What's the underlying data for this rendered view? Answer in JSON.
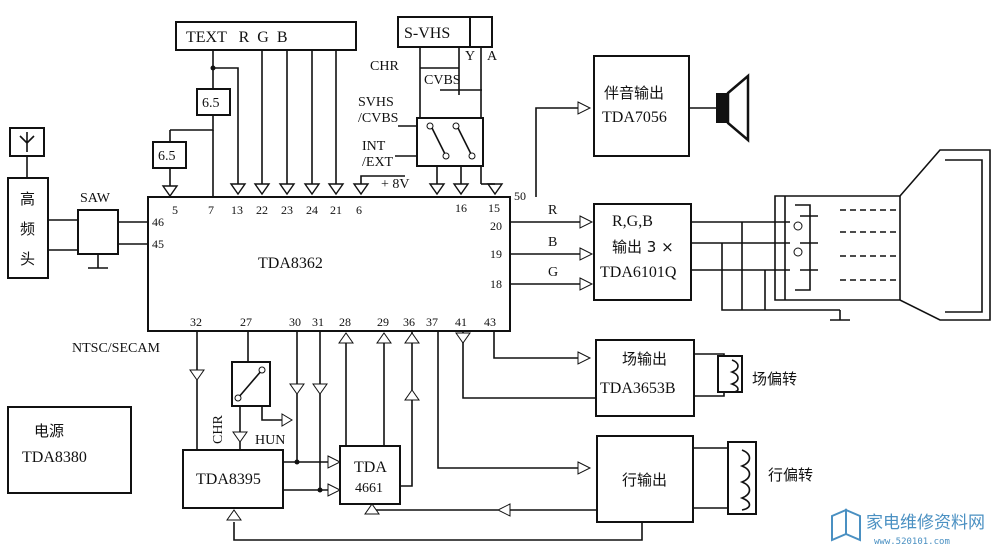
{
  "main_ic": {
    "name": "TDA8362"
  },
  "tuner": {
    "label": "高频头"
  },
  "saw": {
    "label": "SAW"
  },
  "filter1": {
    "label": "6.5"
  },
  "filter2": {
    "label": "6.5"
  },
  "text_rgb": {
    "label": "TEXT   R  G  B"
  },
  "svhs_connector": {
    "label": "S-VHS",
    "y_label": "Y",
    "a_label": "A",
    "chr_label": "CHR",
    "cvbs_label": "CVBS"
  },
  "switch_labels": {
    "svhs_cvbs": "SVHS\n/CVBS",
    "int_ext": "INT\n/EXT",
    "plus8v": "+ 8V"
  },
  "audio_out": {
    "title": "伴音输出",
    "ic": "TDA7056"
  },
  "rgb_out": {
    "line1": "R,G,B",
    "line2": "输出 3 ×",
    "line3": "TDA6101Q"
  },
  "vert_out": {
    "title": "场输出",
    "ic": "TDA3653B"
  },
  "vert_yoke": {
    "label": "场偏转"
  },
  "horiz_out": {
    "title": "行输出"
  },
  "horiz_yoke": {
    "label": "行偏转"
  },
  "power": {
    "title": "电源",
    "ic": "TDA8380"
  },
  "decoder": {
    "name": "TDA8395"
  },
  "delay": {
    "line1": "TDA",
    "line2": "4661"
  },
  "labels": {
    "ntsc_secam": "NTSC/SECAM",
    "chr": "CHR",
    "hun": "HUN"
  },
  "signals": {
    "r": "R",
    "b": "B",
    "g": "G"
  },
  "pins": {
    "p46": "46",
    "p45": "45",
    "p5": "5",
    "p7": "7",
    "p13": "13",
    "p22": "22",
    "p23": "23",
    "p24": "24",
    "p21": "21",
    "p6": "6",
    "p16": "16",
    "p15": "15",
    "p50": "50",
    "p20": "20",
    "p19": "19",
    "p18": "18",
    "p32": "32",
    "p27": "27",
    "p30": "30",
    "p31": "31",
    "p28": "28",
    "p29": "29",
    "p36": "36",
    "p37": "37",
    "p41": "41",
    "p43": "43"
  },
  "watermark": {
    "title": "家电维修资料网",
    "url": "www.520101.com"
  }
}
